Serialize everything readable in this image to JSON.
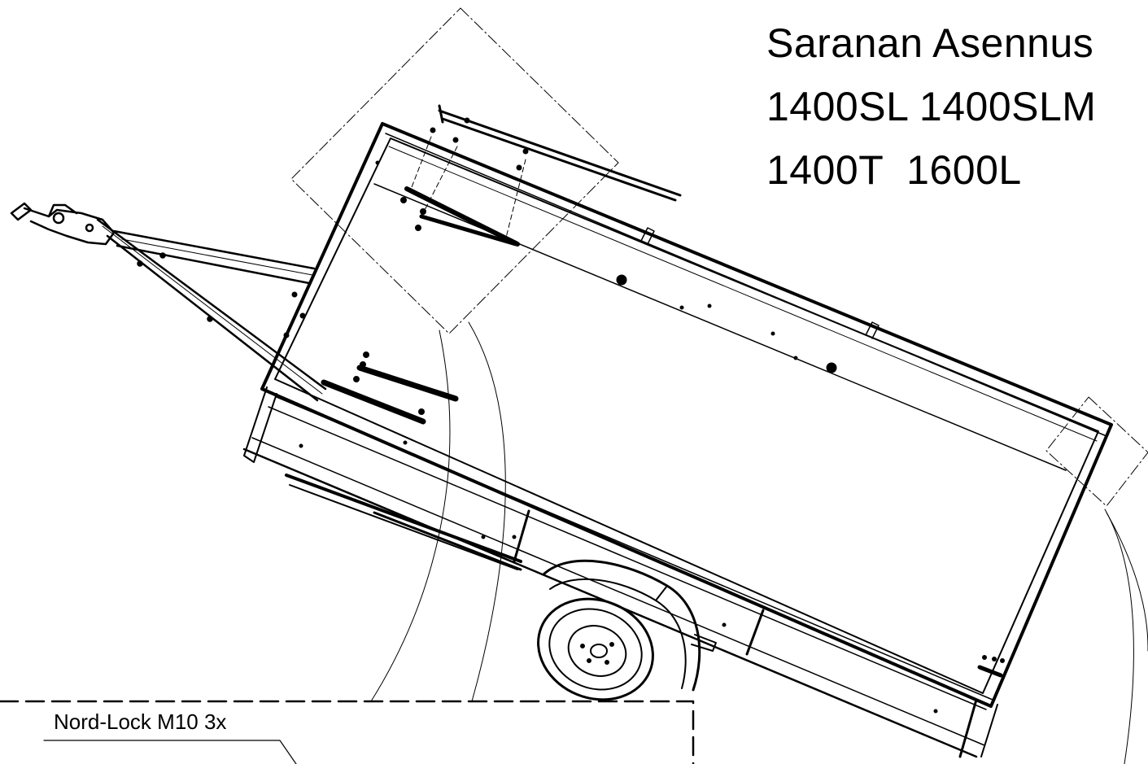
{
  "title": {
    "line1": "Saranan Asennus",
    "line2": "1400SL 1400SLM",
    "line3": "1400T  1600L"
  },
  "callout": {
    "label": "Nord-Lock M10 3x"
  },
  "colors": {
    "ink": "#000000",
    "background": "#ffffff"
  }
}
